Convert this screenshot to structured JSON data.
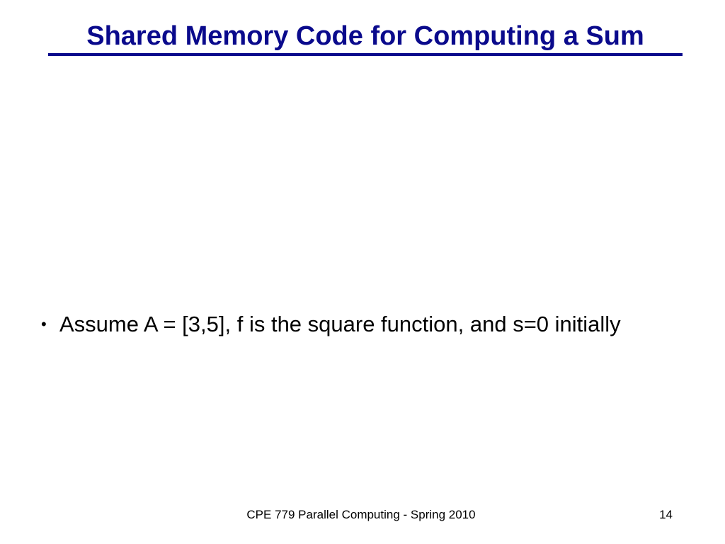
{
  "slide": {
    "title": "Shared Memory Code for Computing a Sum",
    "bullets": [
      {
        "marker": "•",
        "text": "Assume A = [3,5], f is the square function, and s=0 initially"
      }
    ],
    "footer": "CPE 779 Parallel Computing - Spring 2010",
    "page_number": "14"
  },
  "colors": {
    "title": "#0a0a8c",
    "text": "#000000",
    "background": "#ffffff"
  }
}
